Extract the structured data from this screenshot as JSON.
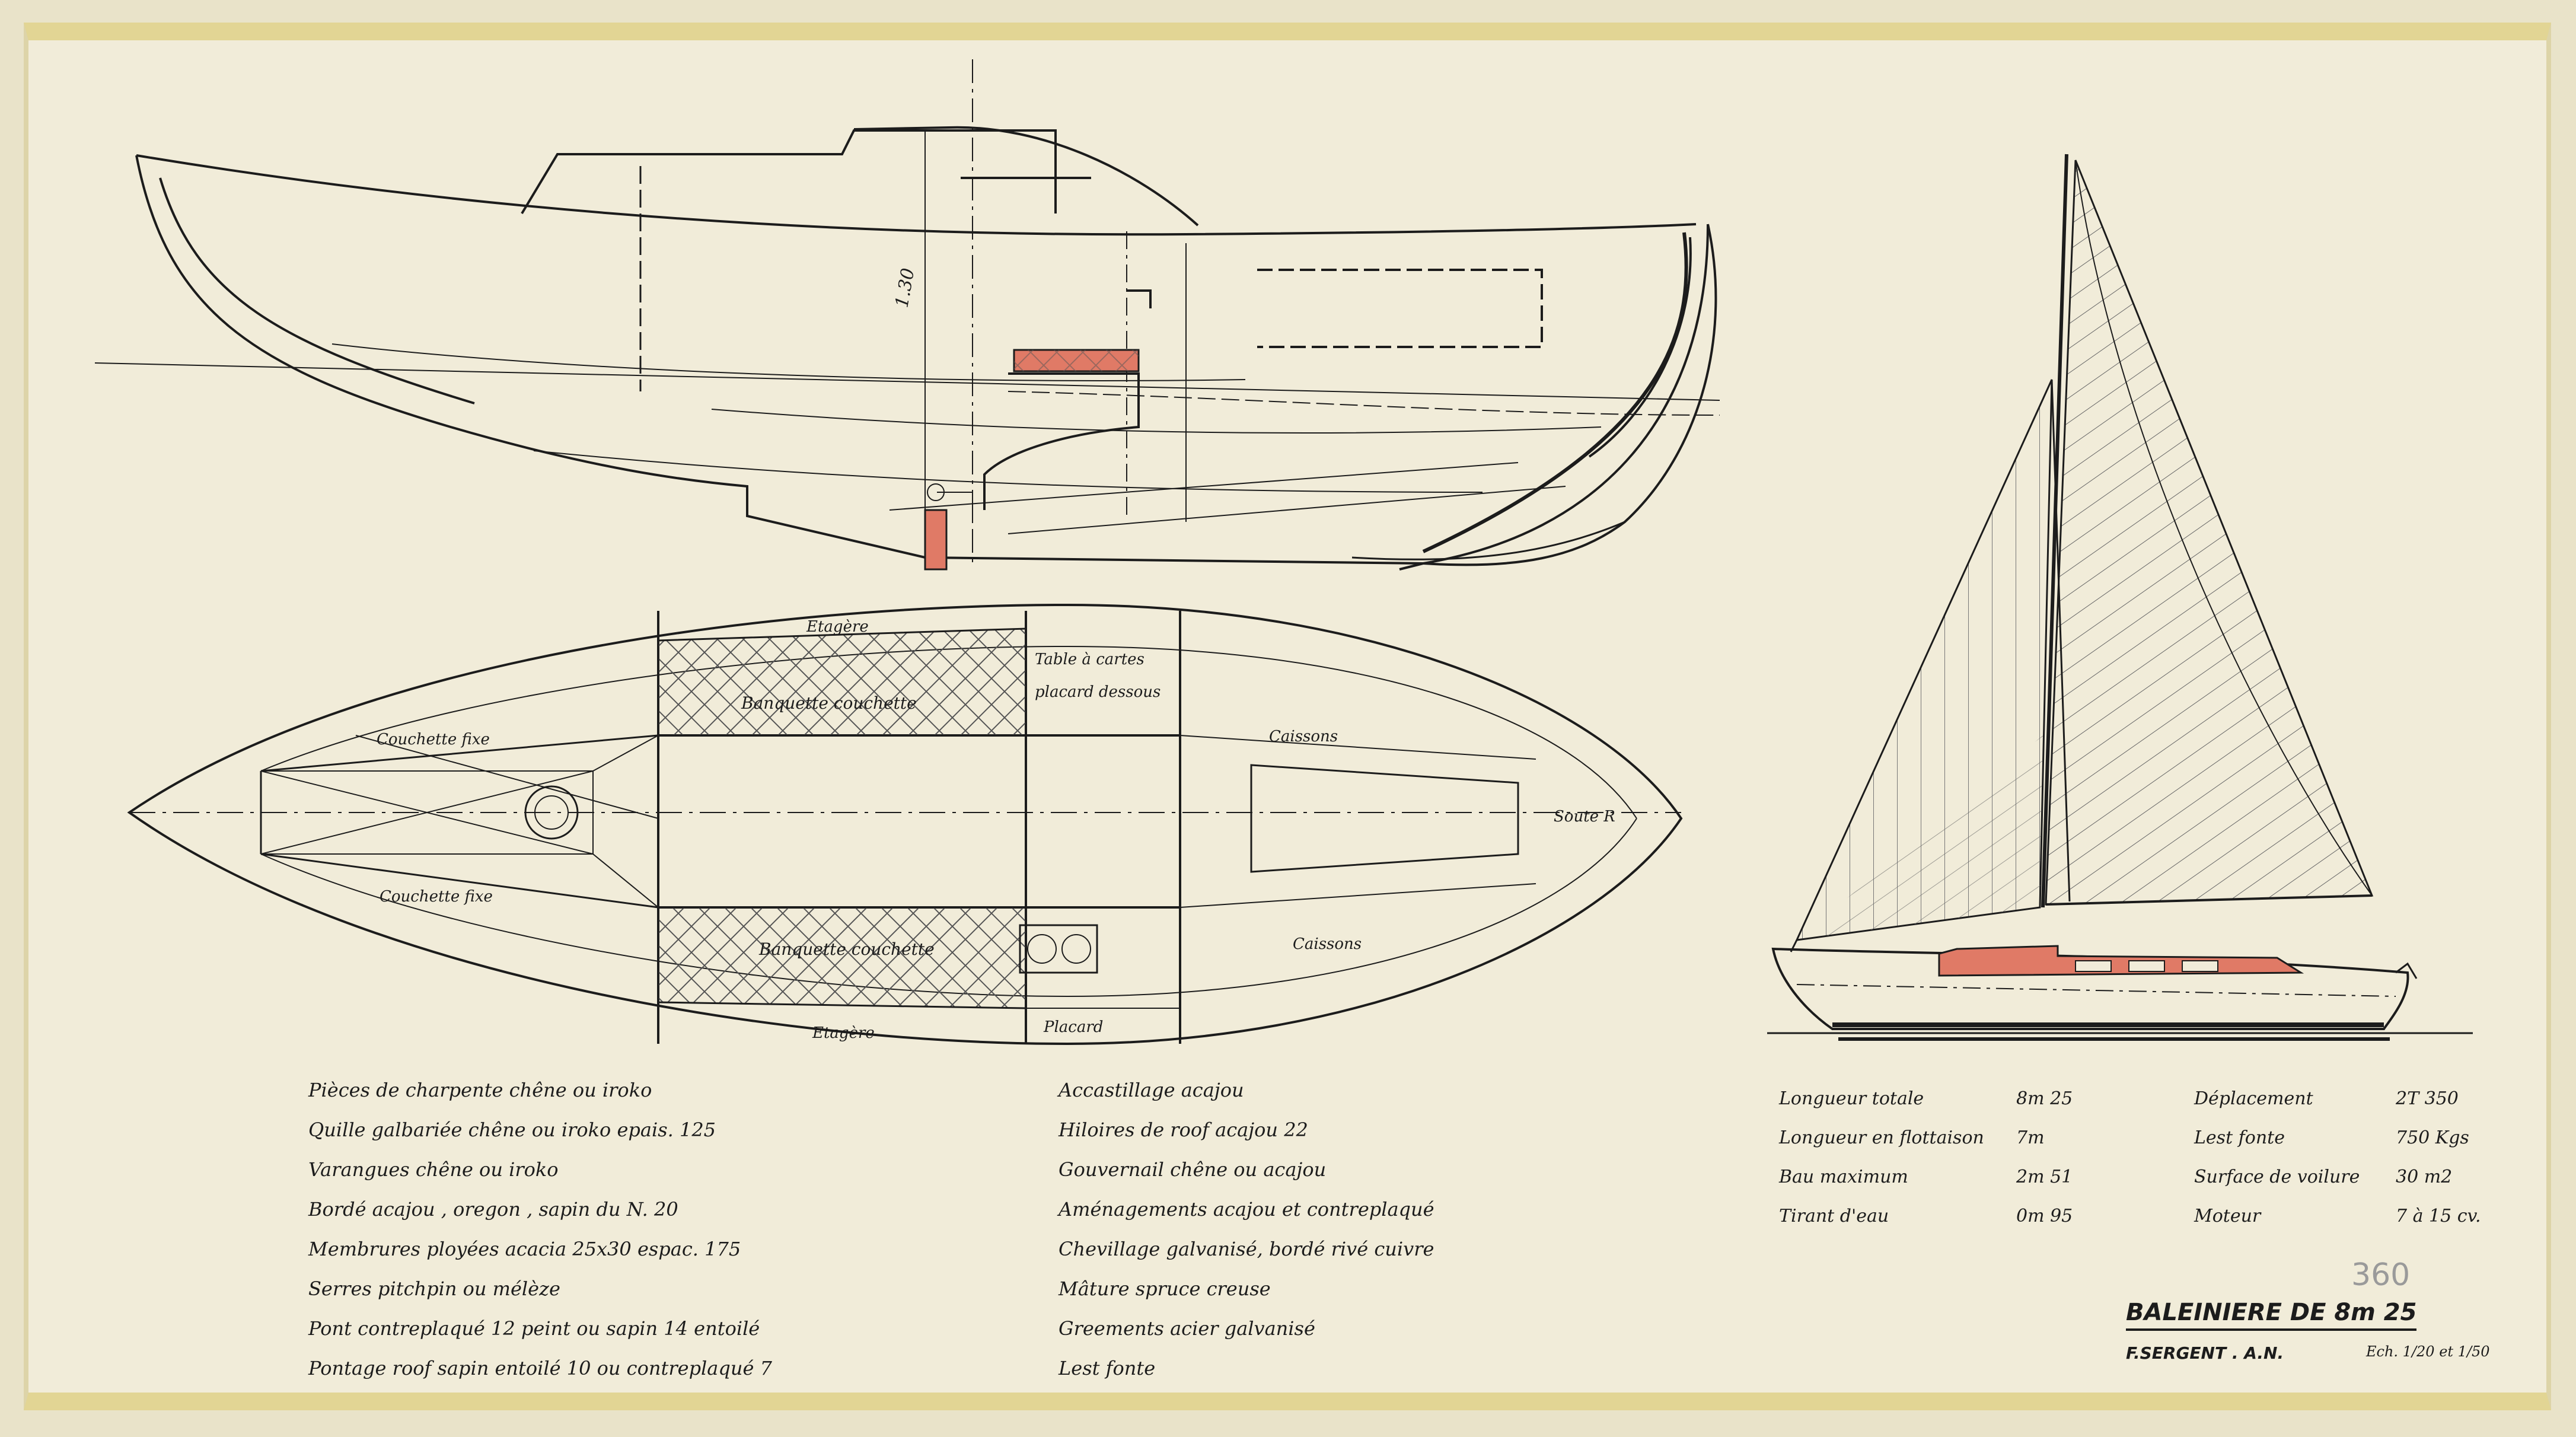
{
  "profile_view": {
    "dim_label": "1.30"
  },
  "plan_view": {
    "labels": {
      "etagere_top": "Etagère",
      "banquette_top": "Banquette couchette",
      "table_cartes": "Table à cartes",
      "placard_dessous": "placard dessous",
      "couchette_fixe_top": "Couchette fixe",
      "couchette_fixe_bottom": "Couchette fixe",
      "caissons_top": "Caissons",
      "soute": "Soute R",
      "banquette_bottom": "Banquette couchette",
      "caissons_bottom": "Caissons",
      "etagere_bottom": "Etagère",
      "placard": "Placard"
    }
  },
  "notes_left": [
    "Pièces de charpente chêne ou iroko",
    "Quille galbariée chêne ou iroko epais. 125",
    "Varangues chêne ou iroko",
    "Bordé acajou , oregon , sapin du N. 20",
    "Membrures ployées acacia 25x30 espac. 175",
    "Serres pitchpin ou mélèze",
    "Pont contreplaqué 12 peint ou sapin 14 entoilé",
    "Pontage roof sapin entoilé 10 ou contreplaqué 7"
  ],
  "notes_middle": [
    "Accastillage acajou",
    "Hiloires de roof acajou 22",
    "Gouvernail chêne ou acajou",
    "Aménagements acajou et contreplaqué",
    "Chevillage galvanisé, bordé rivé cuivre",
    "Mâture spruce creuse",
    "Greements acier galvanisé",
    "Lest fonte"
  ],
  "specs_left": [
    {
      "label": "Longueur totale",
      "value": "8m 25"
    },
    {
      "label": "Longueur en flottaison",
      "value": "7m"
    },
    {
      "label": "Bau maximum",
      "value": "2m 51"
    },
    {
      "label": "Tirant d'eau",
      "value": "0m 95"
    }
  ],
  "specs_right": [
    {
      "label": "Déplacement",
      "value": "2T 350"
    },
    {
      "label": "Lest fonte",
      "value": "750 Kgs"
    },
    {
      "label": "Surface de voilure",
      "value": "30 m2"
    },
    {
      "label": "Moteur",
      "value": "7 à 15 cv."
    }
  ],
  "plate_number": "360",
  "title_block": {
    "title": "BALEINIERE DE 8m 25",
    "designer": "F.SERGENT . A.N.",
    "scale": "Ech. 1/20 et 1/50"
  },
  "colors": {
    "paper": "#f1ecd9",
    "ink": "#1c1c1c",
    "accent_red": "#e07a66",
    "border_yellow": "#e2d594"
  }
}
